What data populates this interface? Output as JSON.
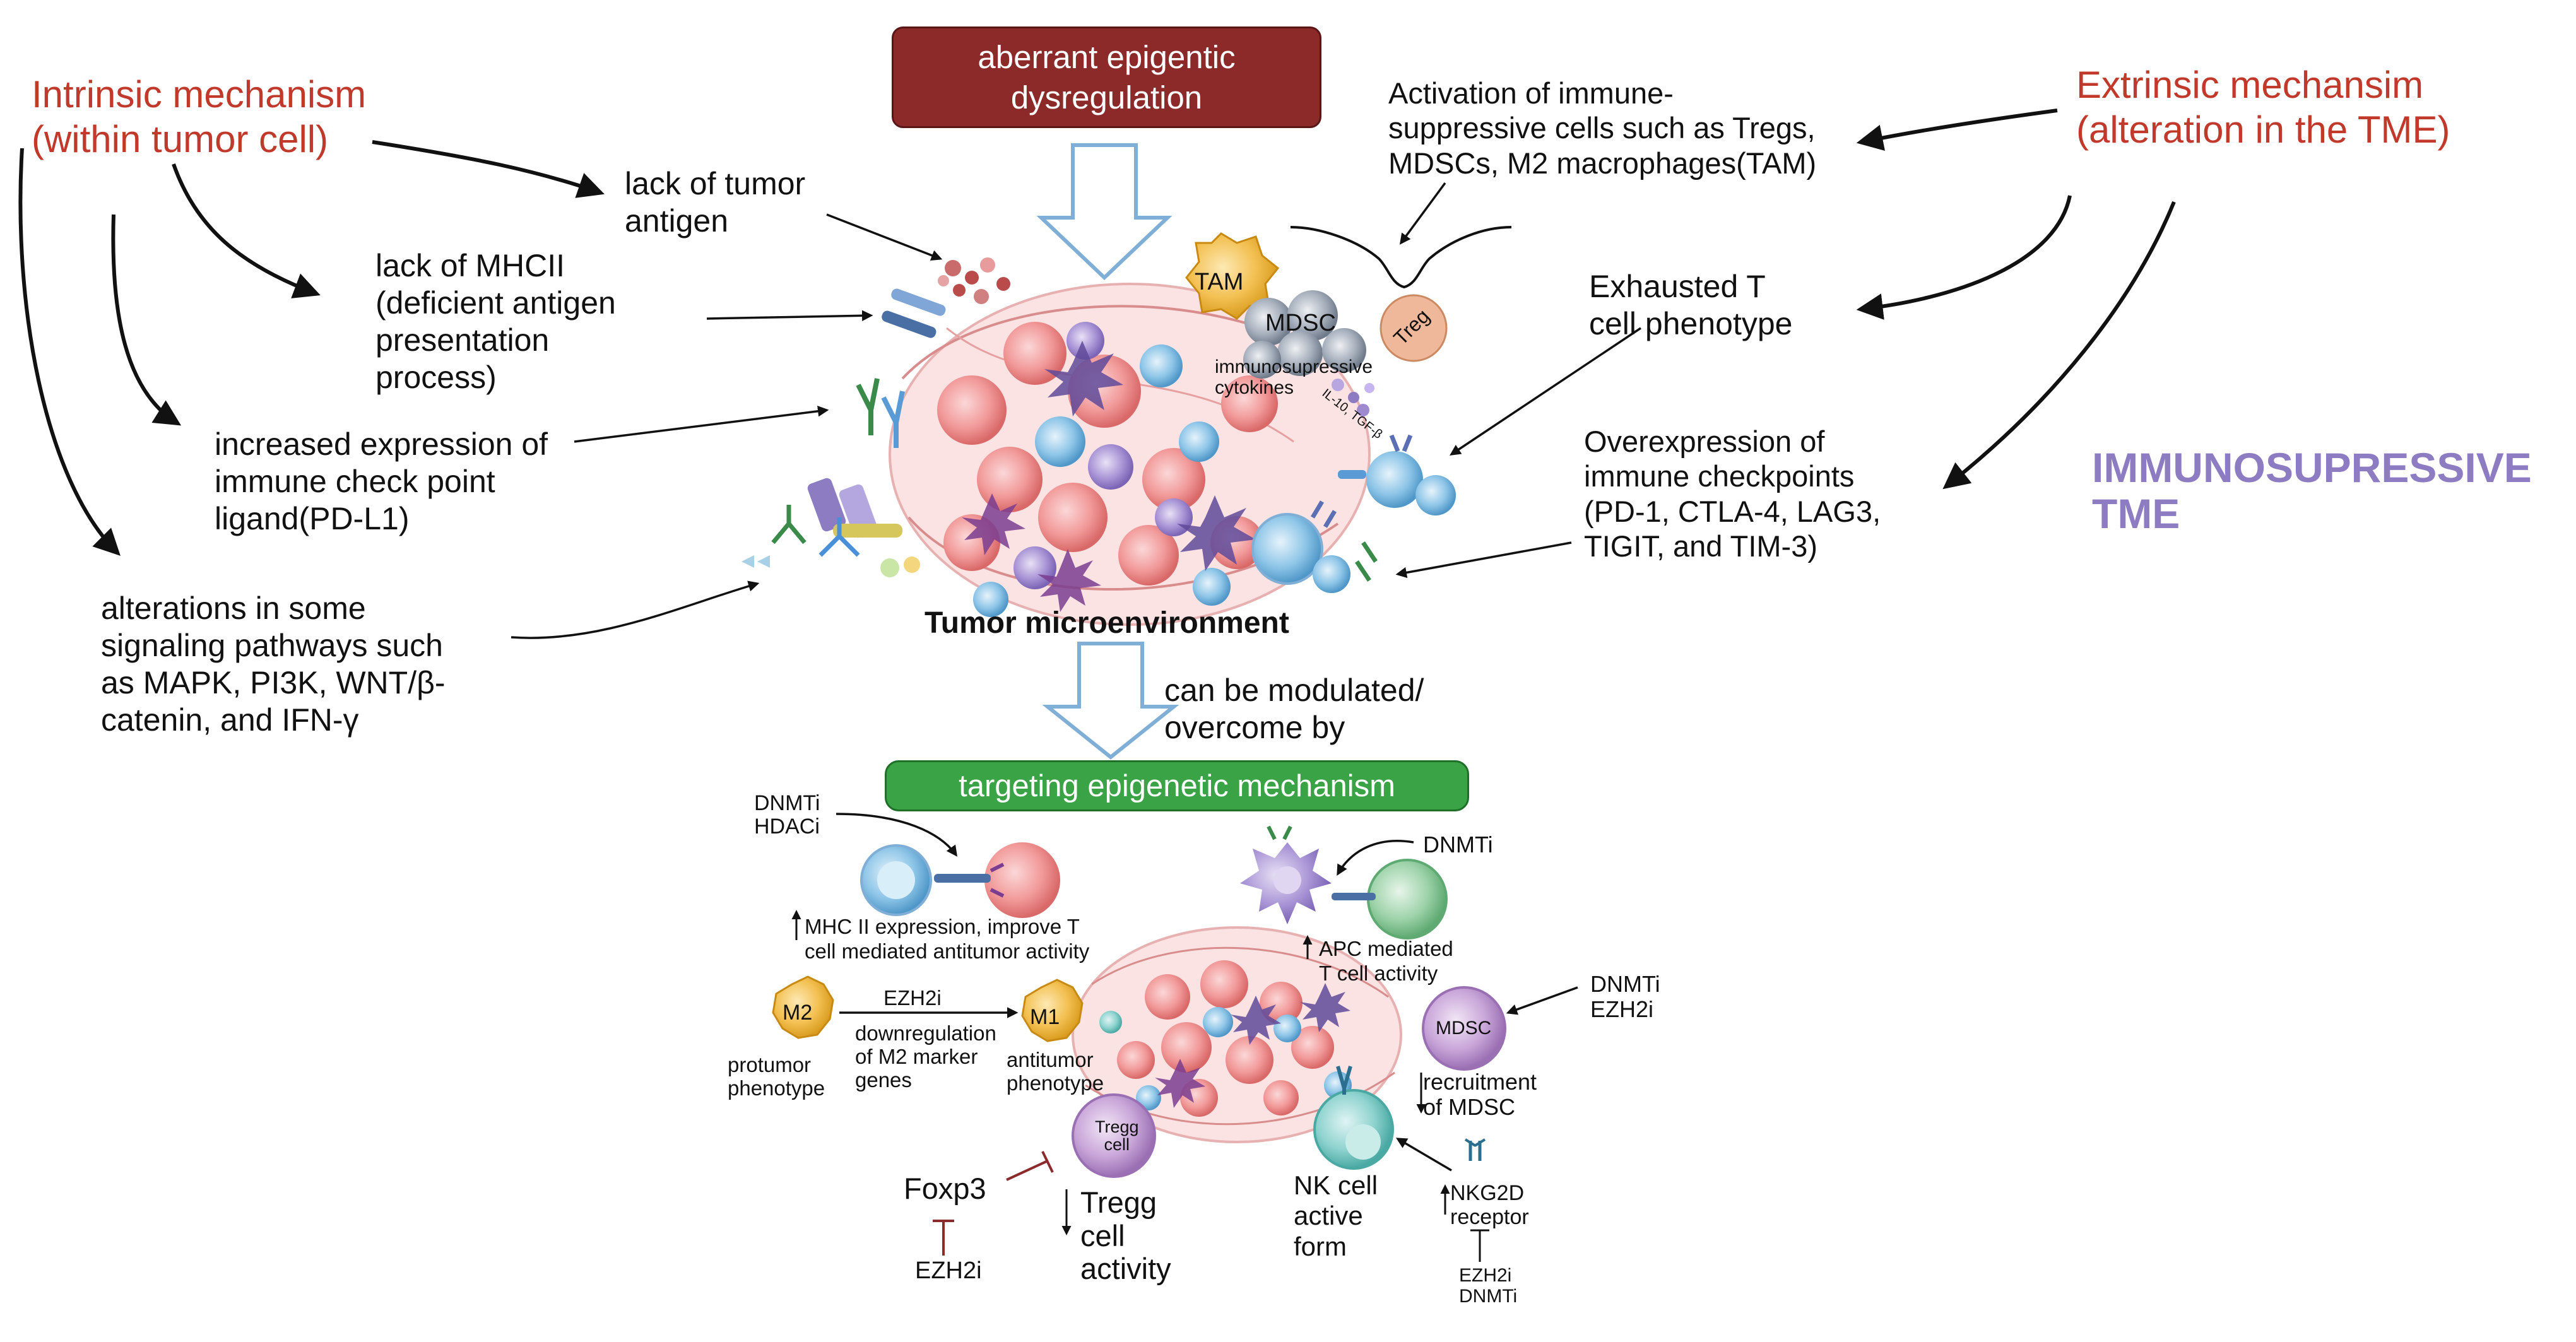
{
  "header_box": {
    "line1": "aberrant epigentic",
    "line2": "dysregulation",
    "color": "#8c2a2a"
  },
  "intrinsic": {
    "line1": "Intrinsic  mechanism",
    "line2": "(within tumor cell)"
  },
  "extrinsic": {
    "line1": "Extrinsic mechansim",
    "line2": "(alteration in the TME)"
  },
  "immunosupressive_tme": {
    "line1": "IMMUNOSUPRESSIVE",
    "line2": "TME"
  },
  "left_items": {
    "lack_tumor_antigen": [
      "lack of tumor",
      "antigen"
    ],
    "lack_mhcii": [
      "lack of MHCII",
      "(deficient antigen",
      "presentation",
      "process)"
    ],
    "pdl1": [
      "increased expression of",
      "immune check point",
      "ligand(PD-L1)"
    ],
    "pathways": [
      "alterations in some",
      "signaling pathways such",
      "as MAPK, PI3K, WNT/β-",
      "catenin, and IFN-γ"
    ]
  },
  "right_items": {
    "activation": [
      "Activation of immune-",
      "suppressive cells such as Tregs,",
      "MDSCs, M2 macrophages(TAM)"
    ],
    "exhausted": [
      "Exhausted T",
      "cell phenotype"
    ],
    "overexpression": [
      "Overexpression of",
      "immune checkpoints",
      "(PD-1, CTLA-4, LAG3,",
      "TIGIT, and TIM-3)"
    ]
  },
  "tme_cells": {
    "tam": "TAM",
    "mdsc": "MDSC",
    "treg": "Treg",
    "cytokines": [
      "immunosupressive",
      "cytokines"
    ],
    "il10": "IL-10, TGF-β"
  },
  "tumor_label": "Tumor microenvironment",
  "modulated": [
    "can be modulated/",
    "overcome  by"
  ],
  "targeting_box": {
    "label": "targeting epigenetic mechanism",
    "color": "#3aa346"
  },
  "bottom": {
    "dnmti_hdaci": [
      "DNMTi",
      "HDACi"
    ],
    "mhc_text": [
      "MHC II expression, improve T",
      "cell mediated antitumor activity"
    ],
    "dnmti_apc": "DNMTi",
    "apc_text": [
      "APC mediated",
      "T cell activity"
    ],
    "m2": "M2",
    "m1": "M1",
    "ezh2i_m": "EZH2i",
    "downreg": [
      "downregulation",
      "of M2 marker",
      "genes"
    ],
    "protumor": [
      "protumor",
      "phenotype"
    ],
    "antitumor": [
      "antitumor",
      "phenotype"
    ],
    "mdsc": "MDSC",
    "dnmti_ezh2i": [
      "DNMTi",
      "EZH2i"
    ],
    "recruitment": [
      "recruitment",
      "of MDSC"
    ],
    "tregg_cell": [
      "Tregg",
      "cell"
    ],
    "foxp3": "Foxp3",
    "ezh2i_foxp3": "EZH2i",
    "tregg_activity": [
      "Tregg",
      "cell",
      "activity"
    ],
    "nk_cell": [
      "NK  cell",
      "active",
      "form"
    ],
    "nkg2d": [
      "NKG2D",
      "receptor"
    ],
    "ezh2i_dnmti": [
      "EZH2i",
      "DNMTi"
    ]
  }
}
